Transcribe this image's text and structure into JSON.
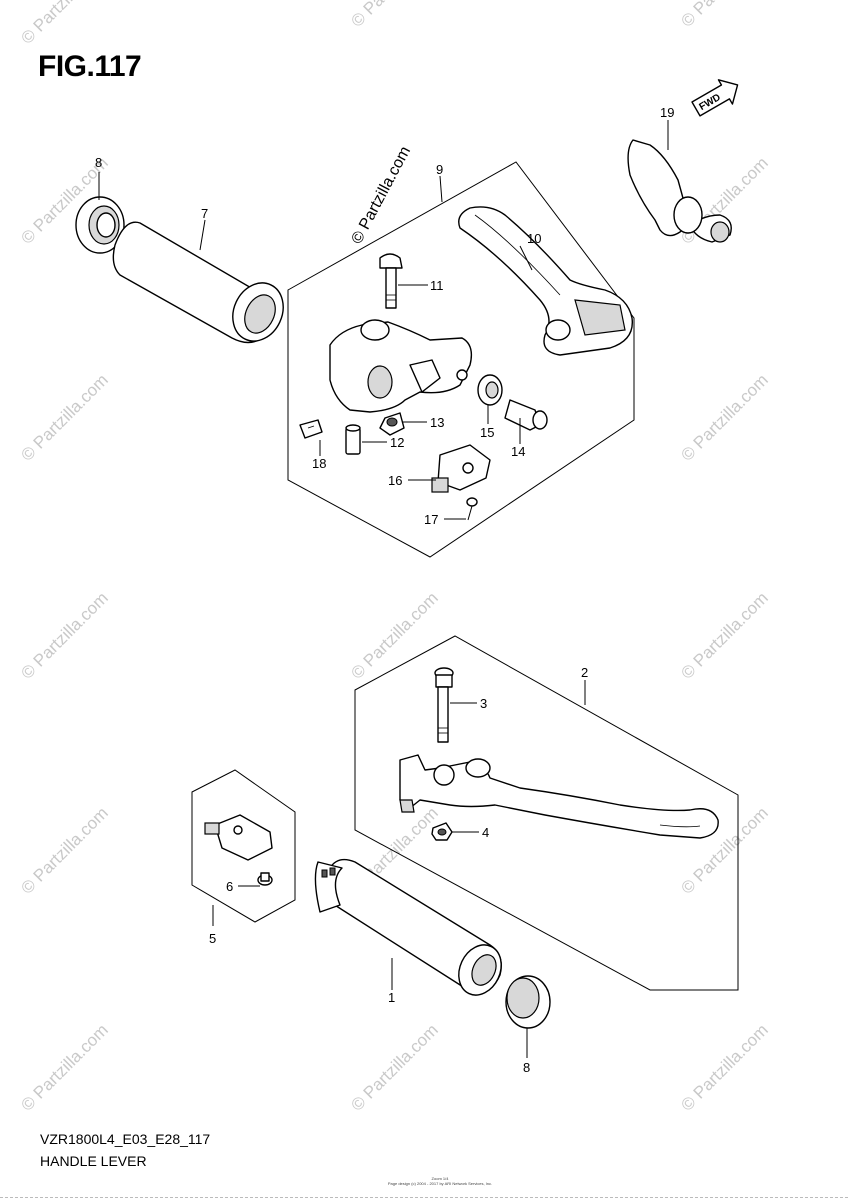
{
  "figure": {
    "title": "FIG.117",
    "model_code": "VZR1800L4_E03_E28_117",
    "section_name": "HANDLE LEVER",
    "fine_print_1": "Zoom 1/4",
    "fine_print_2": "Page design (c) 2004 - 2017 by ARI Network Services, Inc."
  },
  "watermark": {
    "text": "© Partzilla.com",
    "color": "#c9c9c9"
  },
  "fwd_badge": {
    "text": "FWD"
  },
  "callouts": {
    "c1": "1",
    "c2": "2",
    "c3": "3",
    "c4": "4",
    "c5": "5",
    "c6": "6",
    "c7": "7",
    "c8_top": "8",
    "c8_bottom": "8",
    "c9": "9",
    "c10": "10",
    "c11": "11",
    "c12": "12",
    "c13": "13",
    "c14": "14",
    "c15": "15",
    "c16": "16",
    "c17": "17",
    "c18": "18",
    "c19": "19"
  }
}
